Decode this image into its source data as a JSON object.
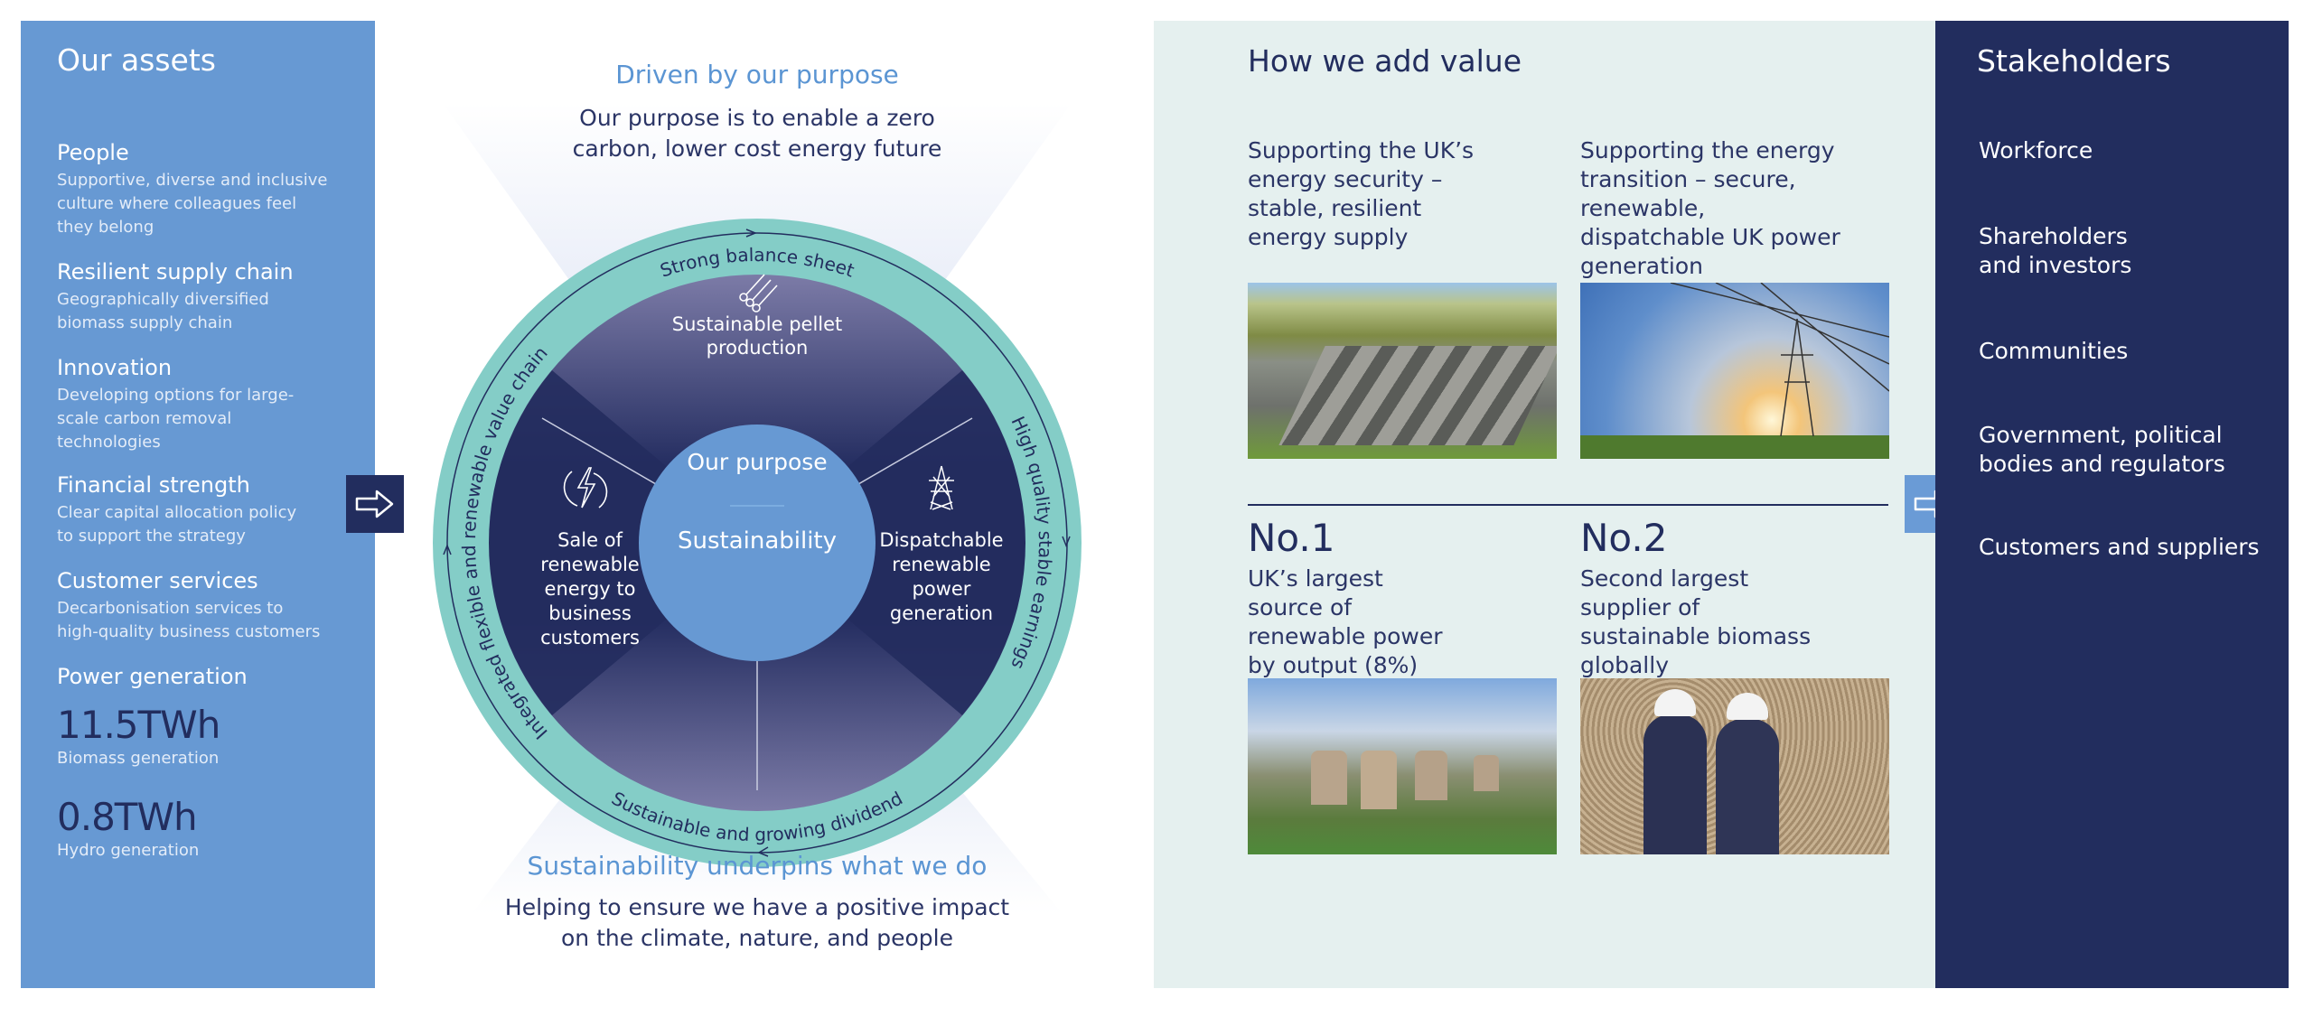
{
  "assets": {
    "title": "Our assets",
    "items": [
      {
        "title": "People",
        "desc": "Supportive, diverse and inclusive culture where colleagues feel they belong"
      },
      {
        "title": "Resilient supply chain",
        "desc": "Geographically diversified biomass supply chain"
      },
      {
        "title": "Innovation",
        "desc": "Developing options for large-scale carbon removal technologies"
      },
      {
        "title": "Financial strength",
        "desc": "Clear capital allocation policy to support the strategy"
      },
      {
        "title": "Customer services",
        "desc": "Decarbonisation services to high-quality business customers"
      },
      {
        "title": "Power generation",
        "desc": ""
      }
    ],
    "metrics": [
      {
        "value": "11.5TWh",
        "label": "Biomass generation"
      },
      {
        "value": "0.8TWh",
        "label": "Hydro generation"
      }
    ]
  },
  "purpose": {
    "heading": "Driven by our purpose",
    "text": "Our purpose is to enable a zero carbon, lower cost energy future"
  },
  "wheel": {
    "center_top": "Our purpose",
    "center_bottom": "Sustainability",
    "segments": [
      {
        "label": "Sustainable pellet production",
        "icon": "pellets-icon"
      },
      {
        "label": "Sale of renewable energy to business customers",
        "icon": "lightning-icon"
      },
      {
        "label": "Dispatchable renewable power generation",
        "icon": "pylon-icon"
      }
    ],
    "ring": {
      "top": "Strong balance sheet",
      "right": "High quality stable earnings",
      "bottom": "Sustainable and growing dividend",
      "left": "Integrated flexible and renewable value chain"
    }
  },
  "sustainability": {
    "heading": "Sustainability underpins what we do",
    "text": "Helping to ensure we have a positive impact on the climate, nature, and people"
  },
  "value": {
    "title": "How we add value",
    "col1": "Supporting the UK’s energy security – stable, resilient energy supply",
    "col2": "Supporting the energy transition – secure, renewable, dispatchable UK power generation",
    "stats": [
      {
        "rank": "No.1",
        "desc": "UK’s largest source of renewable power by output (8%)"
      },
      {
        "rank": "No.2",
        "desc": "Second largest supplier of sustainable biomass globally"
      }
    ]
  },
  "stakeholders": {
    "title": "Stakeholders",
    "items": [
      "Workforce",
      "Shareholders and investors",
      "Communities",
      "Government, political bodies and regulators",
      "Customers and suppliers"
    ]
  },
  "colors": {
    "navy": "#222d5e",
    "blue": "#6799d3",
    "teal": "#84cdc7",
    "panel": "#e5f0ef"
  }
}
